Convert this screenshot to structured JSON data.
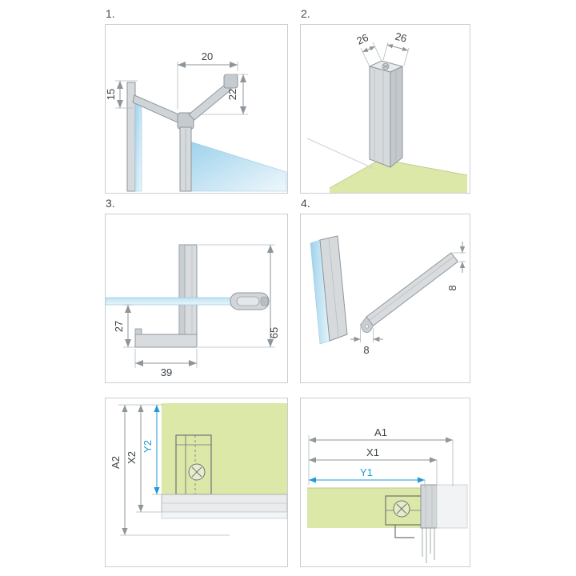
{
  "colors": {
    "accent_blue": "#1f9ad6",
    "glass_blue": "#9ed2ec",
    "wall_green": "#dce8a8",
    "profile_gray": "#d6dadd",
    "dim_line_gray": "#8f969b",
    "text_gray": "#3e4347",
    "panel_border": "#c9ced3"
  },
  "panels": [
    {
      "label": "1.",
      "dims": {
        "top_width": "20",
        "arm_depth": "22",
        "wall_offset": "15"
      }
    },
    {
      "label": "2.",
      "dims": {
        "profile_width": "26",
        "profile_depth": "26"
      }
    },
    {
      "label": "3.",
      "dims": {
        "foot_offset": "27",
        "foot_length": "39",
        "bracket_height": "65"
      }
    },
    {
      "label": "4.",
      "dims": {
        "seal_width": "8",
        "seal_height": "8"
      }
    },
    {
      "label": "",
      "dims": {
        "total": "A2",
        "mid": "X2",
        "inner": "Y2"
      }
    },
    {
      "label": "",
      "dims": {
        "total": "A1",
        "mid": "X1",
        "inner": "Y1"
      }
    }
  ]
}
